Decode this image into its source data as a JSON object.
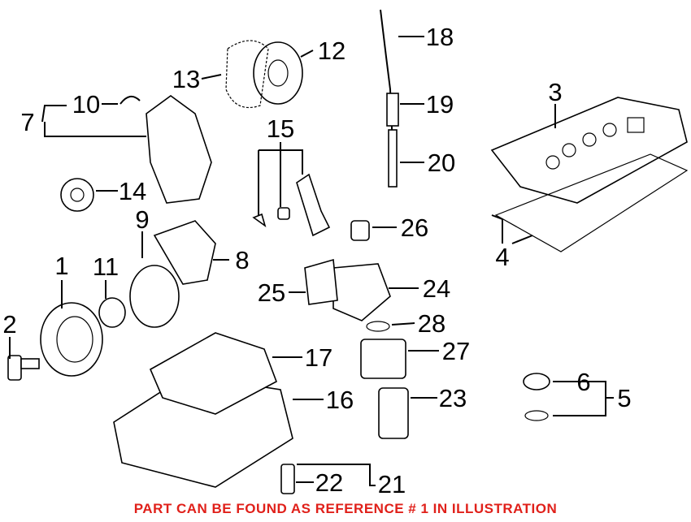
{
  "labels": {
    "l1": "1",
    "l2": "2",
    "l3": "3",
    "l4": "4",
    "l5": "5",
    "l6": "6",
    "l7": "7",
    "l8": "8",
    "l9": "9",
    "l10": "10",
    "l11": "11",
    "l12": "12",
    "l13": "13",
    "l14": "14",
    "l15": "15",
    "l16": "16",
    "l17": "17",
    "l18": "18",
    "l19": "19",
    "l20": "20",
    "l21": "21",
    "l22": "22",
    "l23": "23",
    "l24": "24",
    "l25": "25",
    "l26": "26",
    "l27": "27",
    "l28": "28"
  },
  "footer": "PART CAN BE FOUND AS REFERENCE # 1 IN ILLUSTRATION",
  "colors": {
    "footer": "#e0201a"
  }
}
